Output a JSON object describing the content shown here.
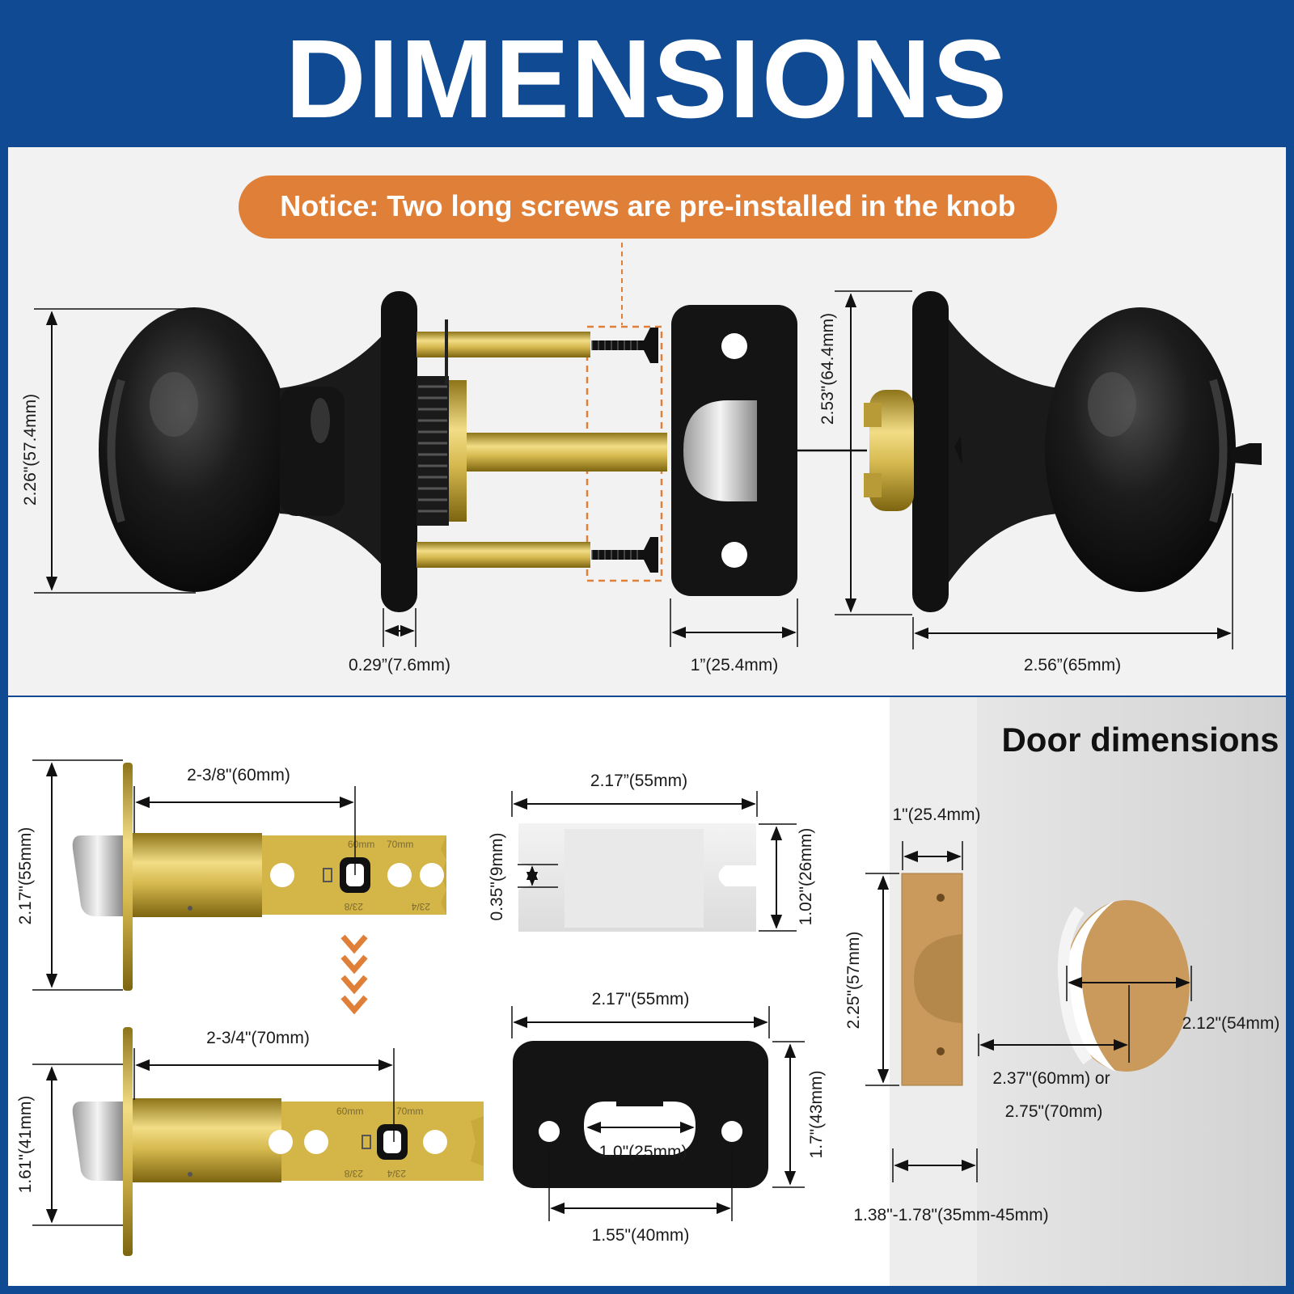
{
  "header": {
    "title": "DIMENSIONS"
  },
  "notice": {
    "text": "Notice: Two long screws are pre-installed in the knob"
  },
  "top_dims": {
    "knob_height": "2.26\"(57.4mm)",
    "rose_thickness": "0.29”(7.6mm)",
    "latch_plate_width": "1”(25.4mm)",
    "rose_height": "2.53\"(64.4mm)",
    "knob_projection": "2.56”(65mm)"
  },
  "latch_dims": {
    "backset_60": "2-3/8\"(60mm)",
    "faceplate_height": "2.17\"(55mm)",
    "backset_70": "2-3/4\"(70mm)",
    "faceplate_height_small": "1.61\"(41mm)",
    "tick_60": "60mm",
    "tick_70": "70mm",
    "tick_238": "23/8",
    "tick_234": "23/4"
  },
  "template_dims": {
    "width": "2.17”(55mm)",
    "slot": "0.35\"(9mm)",
    "height": "1.02\"(26mm)"
  },
  "strike_dims": {
    "width": "2.17\"(55mm)",
    "height": "1.7\"(43mm)",
    "opening": "1.0\"(25mm)",
    "hole_spacing": "1.55\"(40mm)"
  },
  "door": {
    "title": "Door dimensions",
    "edge_width": "1\"(25.4mm)",
    "edge_height": "2.25\"(57mm)",
    "hole_diameter": "2.12\"(54mm)",
    "backset_line1": "2.37\"(60mm) or",
    "backset_line2": "2.75\"(70mm)",
    "thickness": "1.38\"-1.78\"(35mm-45mm)"
  },
  "colors": {
    "header_blue": "#0f4a93",
    "notice_orange": "#e07f38",
    "brass": "#c9a93a",
    "black_finish": "#151515",
    "wood": "#c99a5b"
  }
}
